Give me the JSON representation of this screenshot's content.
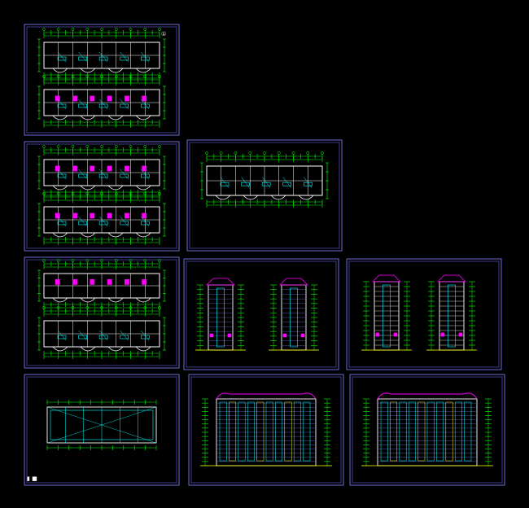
{
  "drawing": {
    "background": "#000000",
    "colors": {
      "frame": "#6b6bd6",
      "frame_inner": "#4a4ab0",
      "wall": "#ffffff",
      "dim": "#00ff00",
      "room": "#ff00ff",
      "glass": "#00ffff",
      "accent": "#ffff00",
      "red": "#ff3333"
    },
    "sheets": [
      {
        "id": "plan-sheet-1",
        "kind": "plan-pair",
        "marker": "①"
      },
      {
        "id": "plan-sheet-2",
        "kind": "plan-pair",
        "marker": ""
      },
      {
        "id": "plan-sheet-3",
        "kind": "plan-single",
        "marker": ""
      },
      {
        "id": "plan-sheet-4",
        "kind": "plan-pair-cyan",
        "marker": ""
      },
      {
        "id": "side-elevation-sheet-1",
        "kind": "side-elevations",
        "marker": ""
      },
      {
        "id": "section-sheet",
        "kind": "sections",
        "marker": ""
      },
      {
        "id": "roof-plan-sheet",
        "kind": "roof-plan",
        "marker": ""
      },
      {
        "id": "front-elevation-sheet",
        "kind": "front-elevation",
        "marker": ""
      },
      {
        "id": "rear-elevation-sheet",
        "kind": "rear-elevation",
        "marker": ""
      }
    ],
    "corner_mark": "▮ ■"
  }
}
